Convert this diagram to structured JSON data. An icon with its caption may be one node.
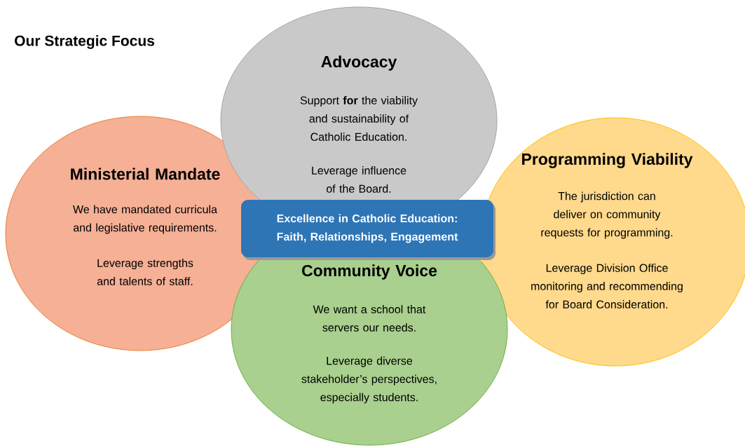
{
  "diagram": {
    "title": "Our Strategic Focus",
    "nodes": [
      {
        "text": [
          "Advocacy",
          "Support **for** the viability and sustainability of Catholic Education.",
          "Leverage influence of the Board."
        ]
      },
      {
        "text": [
          "Ministerial Mandate",
          "We have mandated curricula and legislative requirements.",
          "Leverage strengths and talents of staff."
        ]
      },
      {
        "text": [
          "Programming Viability",
          "The jurisdiction can deliver on community requests for programming.",
          "Leverage Division Office monitoring and recommending for Board Consideration."
        ]
      },
      {
        "text": [
          "Excellence in Catholic Education: Faith, Relationships, Engagement"
        ]
      },
      {
        "text": [
          "Community Voice",
          "We want a school that servers our needs.",
          "Leverage diverse stakeholder’s perspectives, especially students."
        ]
      }
    ],
    "edges": []
  }
}
